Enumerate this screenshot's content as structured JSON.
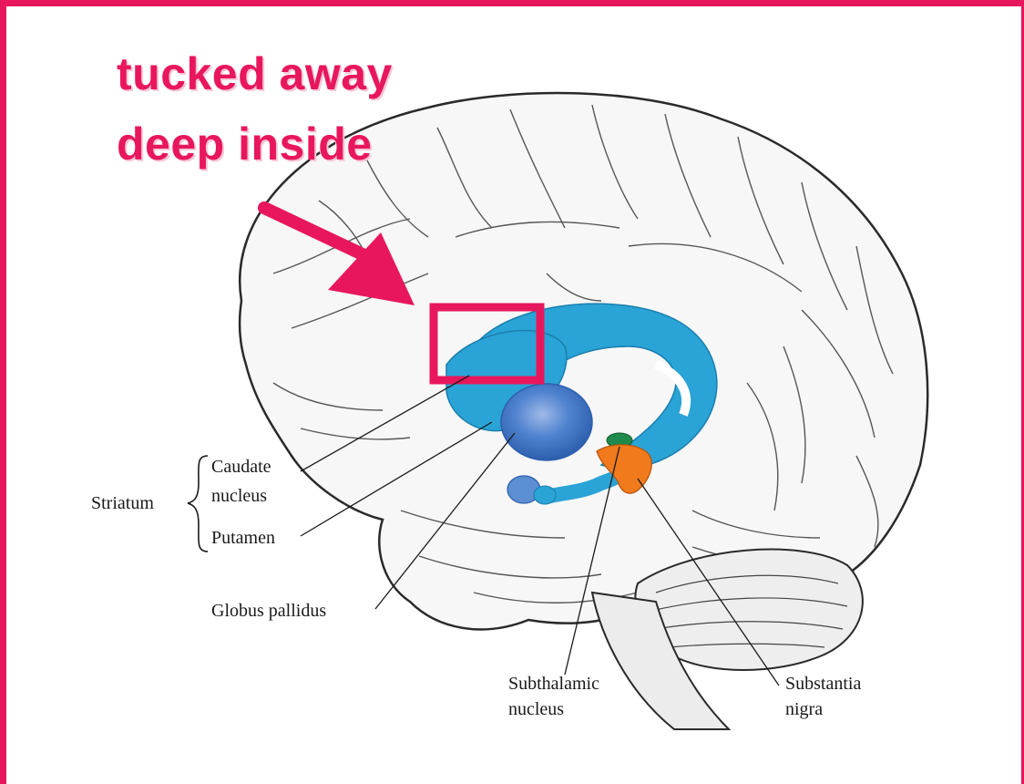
{
  "annotation": {
    "line1": "tucked away",
    "line2": "deep inside"
  },
  "labels": {
    "striatum": "Striatum",
    "caudate_line1": "Caudate",
    "caudate_line2": "nucleus",
    "putamen": "Putamen",
    "globus_pallidus": "Globus pallidus",
    "subthalamic_line1": "Subthalamic",
    "subthalamic_line2": "nucleus",
    "substantia_line1": "Substantia",
    "substantia_line2": "nigra"
  },
  "colors": {
    "annotation": "#e8175d",
    "caudate": "#2aa3d6",
    "globus_pallidus": "#3f78c9",
    "subthalamic": "#1f8a4c",
    "substantia_nigra": "#f07a1c"
  }
}
